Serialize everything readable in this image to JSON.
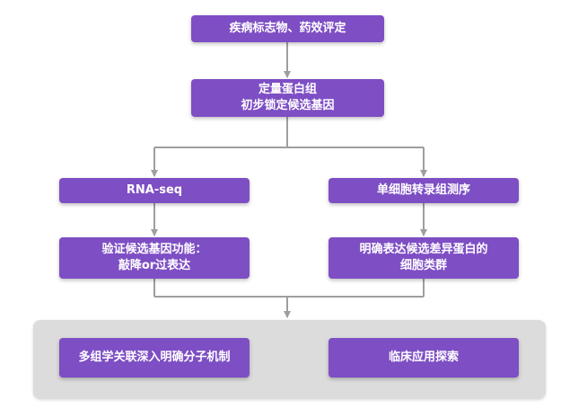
{
  "colors": {
    "box_fill": "#7e4ec4",
    "connector": "#9e9e9e",
    "panel": "#dcdcdc",
    "text": "#ffffff"
  },
  "nodes": {
    "biomarker_eval": "疾病标志物、药效评定",
    "quant_proteome": "定量蛋白组\n初步锁定候选基因",
    "rna_seq": "RNA-seq",
    "scrna_seq": "单细胞转录组测序",
    "validate_function": "验证候选基因功能：\n敲降or过表达",
    "cell_clusters": "明确表达候选差异蛋白的\n细胞类群",
    "multi_omics": "多组学关联深入明确分子机制",
    "clinical_explore": "临床应用探索"
  }
}
